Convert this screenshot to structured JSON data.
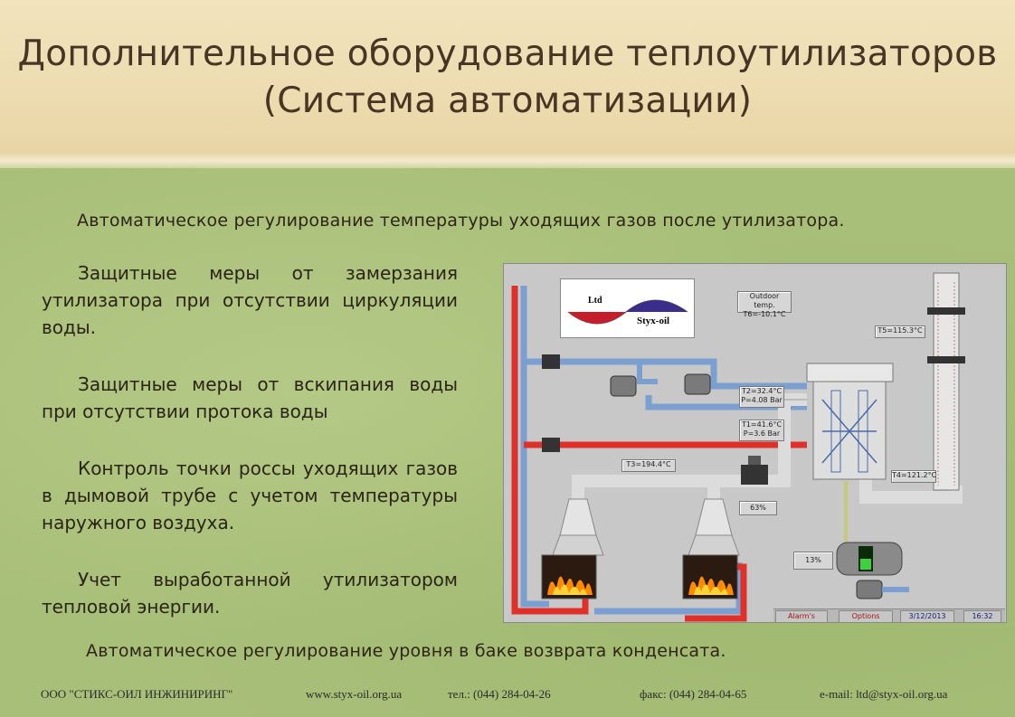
{
  "title": {
    "line1": "Дополнительное оборудование теплоутилизаторов",
    "line2": "(Система автоматизации)"
  },
  "lead_top": "Автоматическое регулирование температуры уходящих газов после утилизатора.",
  "paragraphs": [
    "Защитные меры от замерзания утилизатора при отсутствии циркуляции воды.",
    "Защитные меры от вскипания воды при отсутствии протока воды",
    "Контроль точки россы уходящих газов в дымовой трубе с учетом температуры наружного воздуха.",
    "Учет выработанной утилизатором тепловой энергии."
  ],
  "lead_bottom": "Автоматическое регулирование уровня в баке возврата конденсата.",
  "footer": {
    "company": "ООО \"СТИКС-ОИЛ ИНЖИНИРИНГ\"",
    "website": "www.styx-oil.org.ua",
    "phone": "тел.: (044)  284-04-26",
    "fax": "факс:  (044) 284-04-65",
    "email": "e-mail:  ltd@styx-oil.org.ua"
  },
  "scada": {
    "logo": {
      "ltd": "Ltd",
      "brand": "Styx-oil"
    },
    "outdoor_temp": {
      "label": "Outdoor temp.",
      "value": "T6=-10.1°C"
    },
    "t5": "T5=115.3°C",
    "t2": "T2=32.4°C",
    "p2": "P=4.08 Bar",
    "t1": "T1=41.6°C",
    "p1": "P=3.6 Bar",
    "t3": "T3=194.4°C",
    "t4": "T4=121.2°C",
    "valve_position": "63%",
    "tank_level": "13%",
    "status": {
      "alarms": "Alarm's",
      "options": "Options",
      "date": "3/12/2013",
      "time": "16:32"
    },
    "colors": {
      "hot_pipe": "#e0302a",
      "cold_pipe": "#7b9fd0",
      "flue_pipe": "#d8d8d8",
      "panel": "#c8c8c8",
      "flame": "#ff8c00"
    }
  }
}
